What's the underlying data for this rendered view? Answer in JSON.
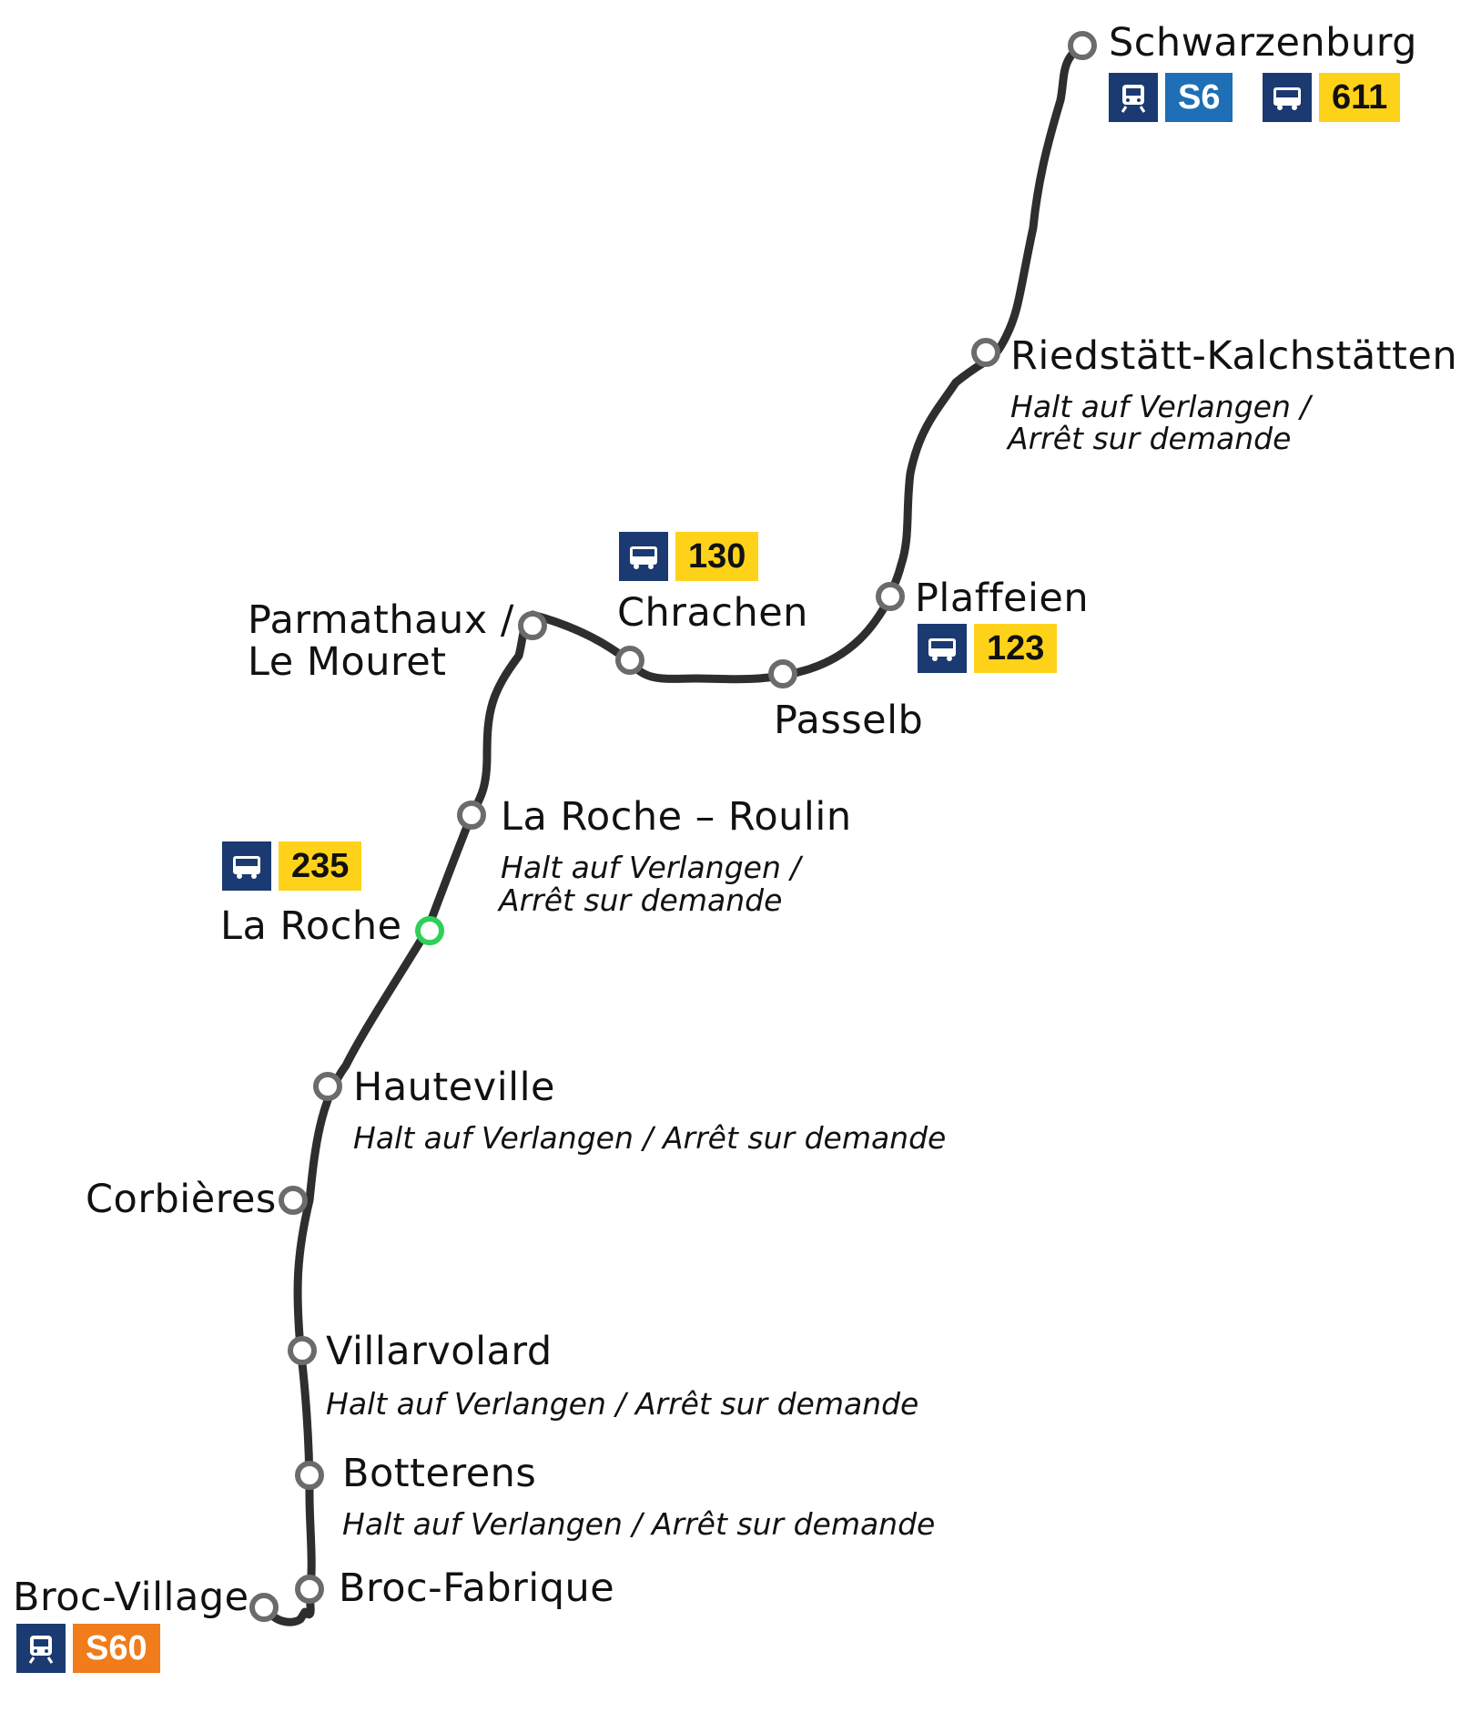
{
  "colors": {
    "line": "#2e2e2e",
    "stop": "#6b6b6b",
    "current_stop": "#2fd058",
    "bus_badge": "#ffd21a",
    "s6_badge": "#1e6fb5",
    "s60_badge": "#f07c1b",
    "icon_bg": "#1b3a72"
  },
  "stops": {
    "schwarzenburg": {
      "name": "Schwarzenburg",
      "connections": [
        {
          "icon": "train-icon",
          "line": "S6",
          "color": "blue"
        },
        {
          "icon": "bus-icon",
          "line": "611",
          "color": "yellow"
        }
      ]
    },
    "riedstaett": {
      "name": "Riedstätt-Kalchstätten",
      "note_de": "Halt auf Verlangen /",
      "note_fr": "Arrêt sur demande"
    },
    "plaffeien": {
      "name": "Plaffeien",
      "connections": [
        {
          "icon": "bus-icon",
          "line": "123",
          "color": "yellow"
        }
      ]
    },
    "passelb": {
      "name": "Passelb"
    },
    "chrachen": {
      "name": "Chrachen",
      "connections": [
        {
          "icon": "bus-icon",
          "line": "130",
          "color": "yellow"
        }
      ]
    },
    "parmathaux": {
      "name_line1": "Parmathaux /",
      "name_line2": "Le Mouret"
    },
    "la_roche_roulin": {
      "name": "La Roche – Roulin",
      "note_de": "Halt auf Verlangen /",
      "note_fr": "Arrêt sur demande"
    },
    "la_roche": {
      "name": "La Roche",
      "current": true,
      "connections": [
        {
          "icon": "bus-icon",
          "line": "235",
          "color": "yellow"
        }
      ]
    },
    "hauteville": {
      "name": "Hauteville",
      "note": "Halt auf Verlangen / Arrêt sur demande"
    },
    "corbieres": {
      "name": "Corbières"
    },
    "villarvolard": {
      "name": "Villarvolard",
      "note": "Halt auf Verlangen / Arrêt sur demande"
    },
    "botterens": {
      "name": "Botterens",
      "note": "Halt auf Verlangen / Arrêt sur demande"
    },
    "broc_fabrique": {
      "name": "Broc-Fabrique"
    },
    "broc_village": {
      "name": "Broc-Village",
      "connections": [
        {
          "icon": "train-icon",
          "line": "S60",
          "color": "orange"
        }
      ]
    }
  }
}
